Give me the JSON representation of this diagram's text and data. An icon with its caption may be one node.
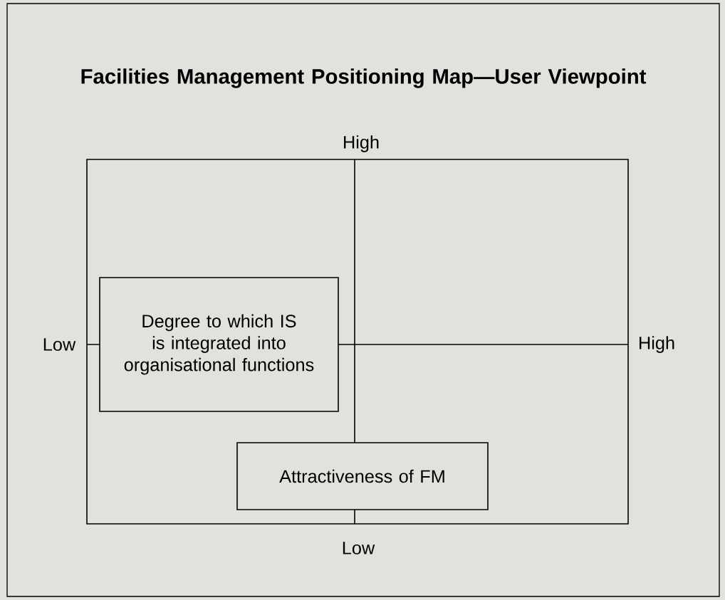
{
  "diagram": {
    "title": "Facilities Management Positioning Map—User Viewpoint",
    "nodes": [
      {
        "text": [
          "Degree to which IS is integrated into organisational functions"
        ]
      },
      {
        "text": [
          "Attractiveness of FM"
        ]
      }
    ],
    "labels": [
      "High",
      "Low",
      "High",
      "Low"
    ]
  }
}
